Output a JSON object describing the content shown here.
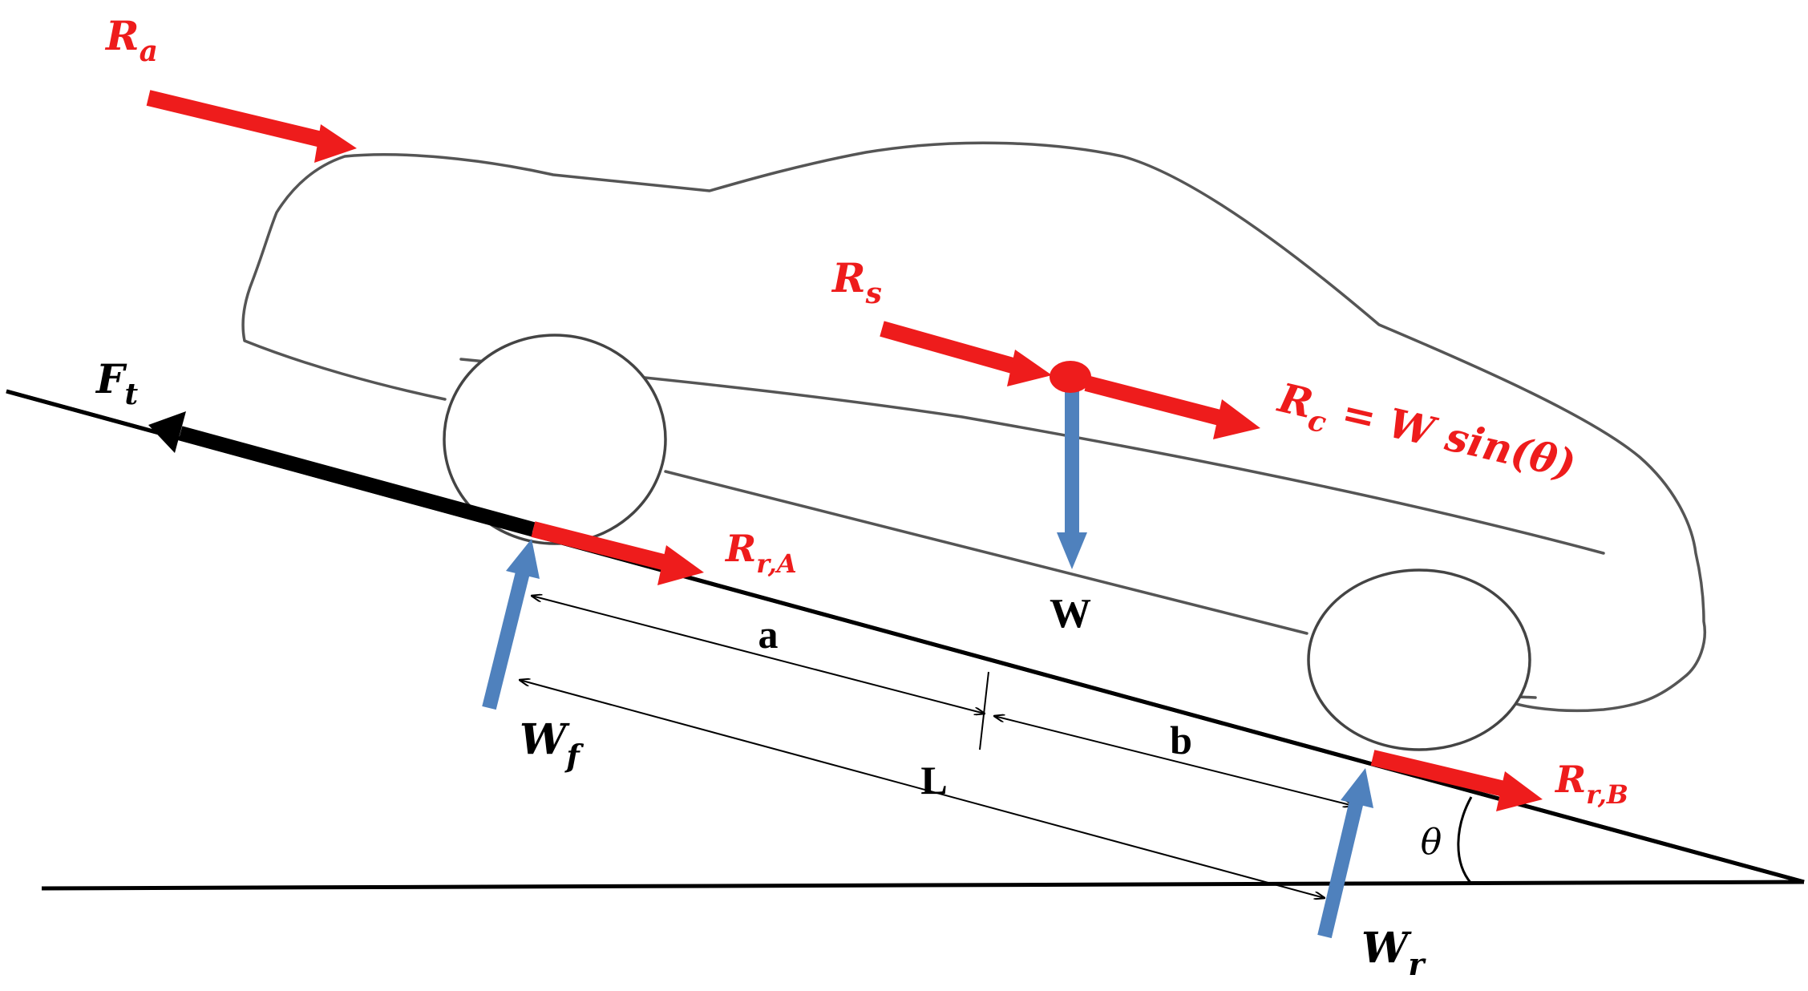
{
  "colors": {
    "resistance": "#ee1c1c",
    "load": "#4f81bd",
    "traction": "#000000",
    "road": "#000000"
  },
  "labels": {
    "aero": {
      "main": "R",
      "sub": "a"
    },
    "slope_res": {
      "main": "R",
      "sub": "s"
    },
    "climb": {
      "main": "R",
      "sub": "c",
      "rest": " = W sin(θ)"
    },
    "traction": {
      "main": "F",
      "sub": "t"
    },
    "rolling_front": {
      "main": "R",
      "sub": "r,A"
    },
    "rolling_rear": {
      "main": "R",
      "sub": "r,B"
    },
    "weight": "W",
    "front_load": {
      "main": "W",
      "sub": "f"
    },
    "rear_load": {
      "main": "W",
      "sub": "r"
    },
    "dim_a": "a",
    "dim_b": "b",
    "dim_L": "L",
    "angle": "θ"
  },
  "icons": {
    "vehicle": "car-outline-icon",
    "center_of_gravity": "cog-dot-icon"
  }
}
